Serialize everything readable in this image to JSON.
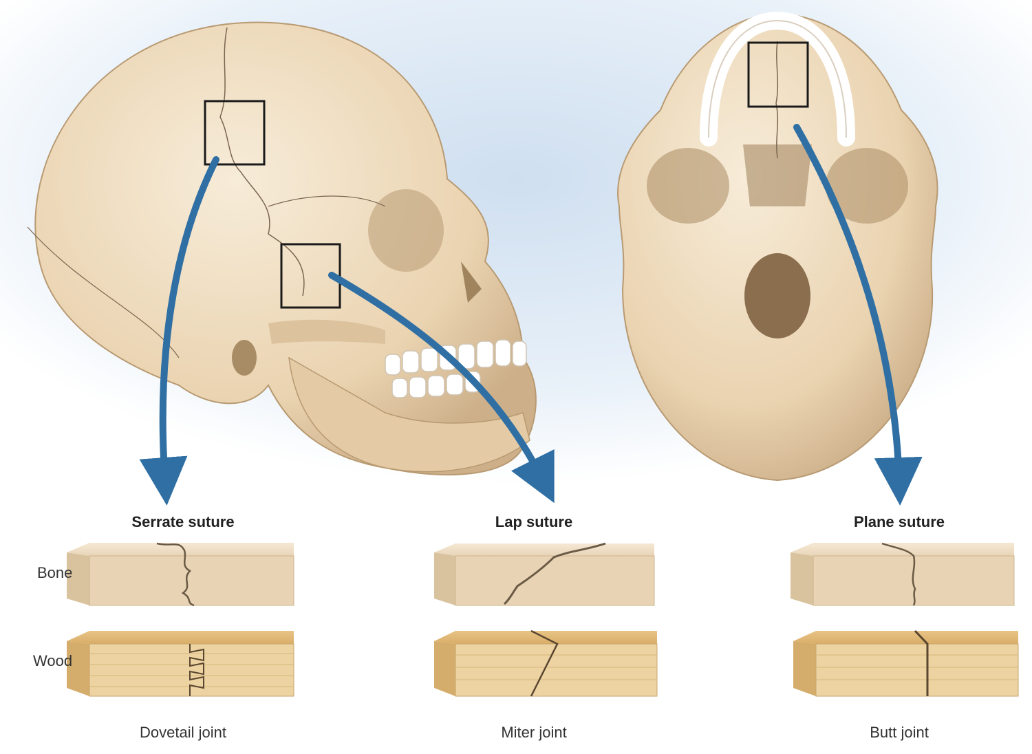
{
  "suture_types": [
    {
      "title": "Serrate suture",
      "joint": "Dovetail joint"
    },
    {
      "title": "Lap suture",
      "joint": "Miter joint"
    },
    {
      "title": "Plane suture",
      "joint": "Butt joint"
    }
  ],
  "row_labels": {
    "bone": "Bone",
    "wood": "Wood"
  },
  "colors": {
    "bone": "#efdcc0",
    "bone_shadow": "#c8ae86",
    "suture_line": "#6a5a45",
    "arrow": "#2f6fa3",
    "wood": "#ecd3a1",
    "wood_grain": "#c9a56a",
    "background_tint": "#dbe7f3"
  }
}
